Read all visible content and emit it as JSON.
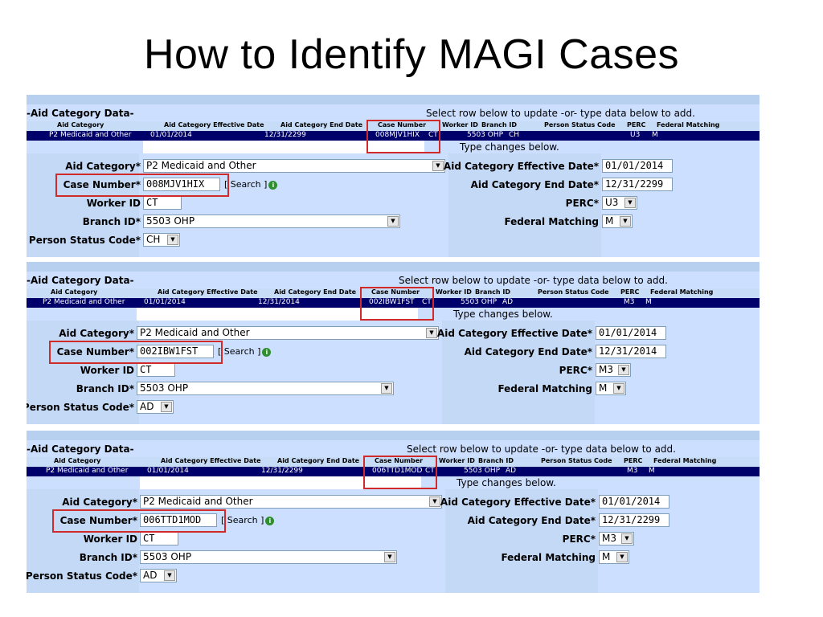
{
  "slide": {
    "title": "How to Identify MAGI Cases"
  },
  "common": {
    "section_title": "-Aid Category Data-",
    "note": "Select row below to update -or- type data below to add.",
    "type_changes": "Type changes below.",
    "headers": {
      "aid_category": "Aid Category",
      "effective_date": "Aid Category Effective Date",
      "end_date": "Aid Category End Date",
      "case_number": "Case Number",
      "worker_id": "Worker ID",
      "branch_id": "Branch ID",
      "person_status": "Person Status Code",
      "perc": "PERC",
      "federal_matching": "Federal Matching"
    },
    "labels": {
      "aid_category": "Aid Category*",
      "case_number": "Case Number*",
      "worker_id": "Worker ID",
      "branch_id": "Branch ID*",
      "person_status": "Person Status Code*",
      "effective_date": "Aid Category Effective Date*",
      "end_date": "Aid Category End Date*",
      "perc": "PERC*",
      "federal_matching": "Federal Matching"
    },
    "search_open": "[",
    "search_label": "Search",
    "search_close": "]",
    "info_icon": "i"
  },
  "panels": [
    {
      "row": {
        "aid_category": "P2 Medicaid and Other",
        "effective_date": "01/01/2014",
        "end_date": "12/31/2299",
        "case_number": "008MJV1HIX",
        "worker_id": "CT",
        "branch_id": "5503 OHP",
        "person_status": "CH",
        "perc": "U3",
        "federal_matching": "M"
      },
      "form": {
        "aid_category": "P2 Medicaid and Other",
        "case_number": "008MJV1HIX",
        "worker_id": "CT",
        "branch_id": "5503 OHP",
        "person_status": "CH",
        "effective_date": "01/01/2014",
        "end_date": "12/31/2299",
        "perc": "U3",
        "federal_matching": "M"
      }
    },
    {
      "row": {
        "aid_category": "P2 Medicaid and Other",
        "effective_date": "01/01/2014",
        "end_date": "12/31/2014",
        "case_number": "002IBW1FST",
        "worker_id": "CT",
        "branch_id": "5503 OHP",
        "person_status": "AD",
        "perc": "M3",
        "federal_matching": "M"
      },
      "form": {
        "aid_category": "P2 Medicaid and Other",
        "case_number": "002IBW1FST",
        "worker_id": "CT",
        "branch_id": "5503 OHP",
        "person_status": "AD",
        "effective_date": "01/01/2014",
        "end_date": "12/31/2014",
        "perc": "M3",
        "federal_matching": "M"
      }
    },
    {
      "row": {
        "aid_category": "P2 Medicaid and Other",
        "effective_date": "01/01/2014",
        "end_date": "12/31/2299",
        "case_number": "006TTD1MOD",
        "worker_id": "CT",
        "branch_id": "5503 OHP",
        "person_status": "AD",
        "perc": "M3",
        "federal_matching": "M"
      },
      "form": {
        "aid_category": "P2 Medicaid and Other",
        "case_number": "006TTD1MOD",
        "worker_id": "CT",
        "branch_id": "5503 OHP",
        "person_status": "AD",
        "effective_date": "01/01/2014",
        "end_date": "12/31/2299",
        "perc": "M3",
        "federal_matching": "M"
      }
    }
  ]
}
